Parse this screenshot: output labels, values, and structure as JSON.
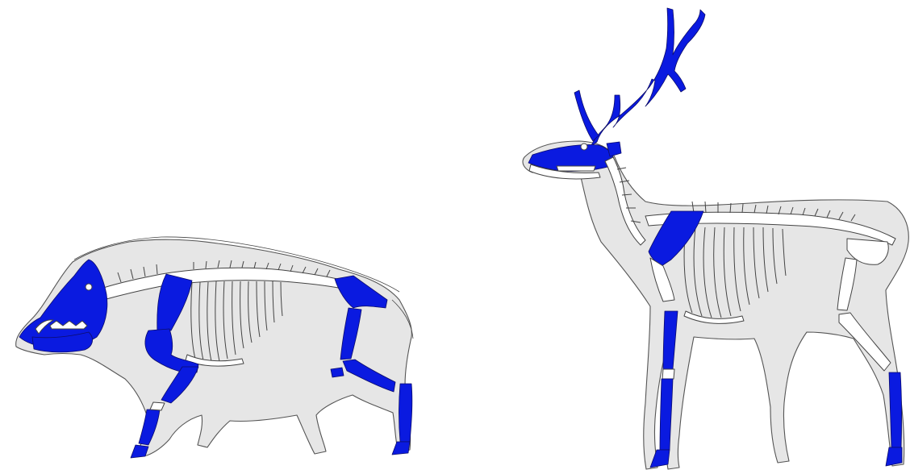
{
  "figure": {
    "background": "#ffffff",
    "highlight_color": "#0a1ae0",
    "body_color": "#e6e6e6",
    "bone_color": "#ffffff"
  },
  "animals": [
    {
      "id": "boar",
      "highlighted_elements": [
        "skull",
        "scapula",
        "humerus",
        "radius-ulna",
        "metacarpals",
        "pelvis",
        "femur",
        "tibia",
        "metatarsals",
        "phalanges"
      ]
    },
    {
      "id": "red-deer",
      "highlighted_elements": [
        "antlers",
        "skull",
        "atlas",
        "scapula",
        "radius",
        "metacarpal",
        "metatarsal",
        "phalanges"
      ]
    }
  ]
}
